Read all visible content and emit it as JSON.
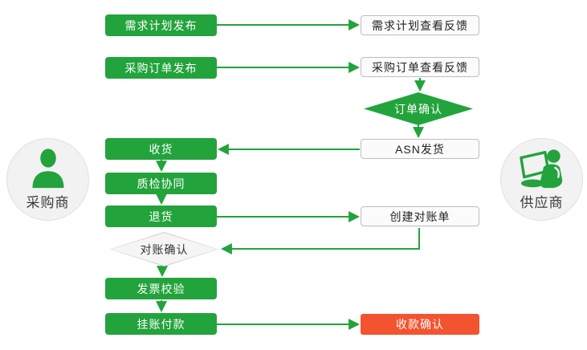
{
  "diagram": {
    "actors": {
      "buyer": {
        "label": "采购商"
      },
      "supplier": {
        "label": "供应商"
      }
    },
    "nodes": {
      "demand_publish": {
        "label": "需求计划发布"
      },
      "demand_view": {
        "label": "需求计划查看反馈"
      },
      "po_publish": {
        "label": "采购订单发布"
      },
      "po_view": {
        "label": "采购订单查看反馈"
      },
      "order_confirm": {
        "label": "订单确认"
      },
      "asn_ship": {
        "label": "ASN发货"
      },
      "receive": {
        "label": "收货"
      },
      "qc_collab": {
        "label": "质检协同"
      },
      "returns": {
        "label": "退货"
      },
      "create_statement": {
        "label": "创建对账单"
      },
      "reconcile_confirm": {
        "label": "对账确认"
      },
      "invoice_check": {
        "label": "发票校验"
      },
      "book_payment": {
        "label": "挂账付款"
      },
      "receipt_confirm": {
        "label": "收款确认"
      }
    },
    "colors": {
      "accent_green": "#23a33c",
      "accent_red": "#f4532f",
      "white_box_bg": "#fbfbfb",
      "white_box_border": "#bdbdbd",
      "gray_diamond_bg": "#f5f5f5",
      "actor_circle_bg": "#f2f2f2",
      "dark_text": "#222222"
    }
  }
}
